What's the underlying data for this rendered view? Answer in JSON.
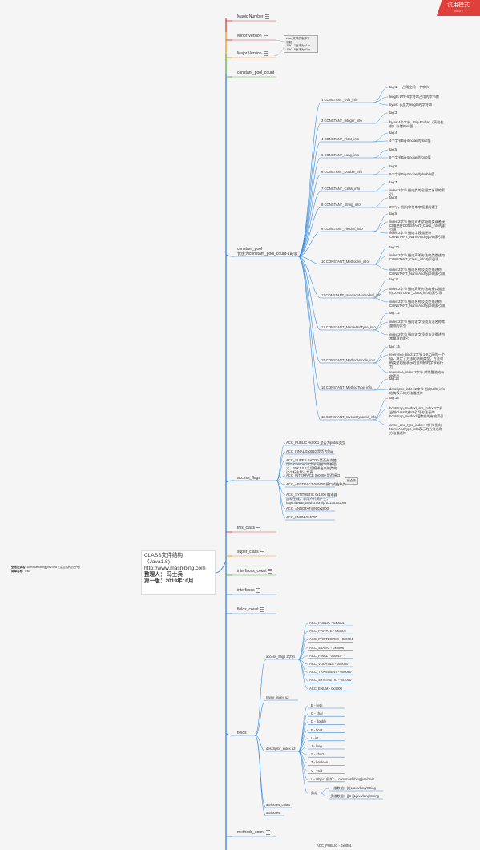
{
  "trial": {
    "title": "试用模式",
    "sub": "XMind 8"
  },
  "root": {
    "title": "CLASS文件结构",
    "version": "（Java1.8)",
    "url": "http://www.mashibing.com",
    "author": "整理人： 马士兵",
    "edition": "第一版：2019年10月"
  },
  "author_note": {
    "line1_label": "全限定类名:",
    "line1": "com/mashibing/jvm/Test（注意结构的分号）",
    "line2_label": "简单名称:",
    "line2": "Test"
  },
  "callouts": {
    "version_note": [
      "class文件的版本号",
      "例如：",
      "JDK1.7版本为51.0",
      "JDK1.8版本为52.0"
    ],
    "access_note": "组合使"
  },
  "top": {
    "magic": "Magic Number",
    "minor": "Minor Version",
    "major": "Major Version",
    "pool_count": "constant_pool_count",
    "pool": "constant_pool",
    "pool_len": "长度为constant_pool_count-1的表",
    "access_flags": "access_flags",
    "this_class": "this_class",
    "super_class": "super_class",
    "interfaces_count": "interfaces_count",
    "interfaces": "interfaces",
    "fields_count": "fields_count",
    "fields": "fields",
    "methods_count": "methods_count"
  },
  "pool_entries": [
    {
      "label": "1 CONSTANT_Utf8_info",
      "details": [
        "tag:1 --- 占用空间一个字节",
        "length:UTF-8字符串占用的字节数",
        "bytes: 长度为length的字符串"
      ]
    },
    {
      "label": "3 CONSTANT_Integer_info",
      "details": [
        "tag:3",
        "bytes:4个字节，Big-Endian（高位在前）存储的int值"
      ]
    },
    {
      "label": "4 CONSTANT_Float_info",
      "details": [
        "tag:4",
        "4个字节Big-Endian的float值"
      ]
    },
    {
      "label": "5 CONSTANT_Long_info",
      "details": [
        "tag:5",
        "8个字节Big-Endian的long值"
      ]
    },
    {
      "label": "6 CONSTANT_Double_info",
      "details": [
        "tag:6",
        "8个字节Big-Endian的double值"
      ]
    },
    {
      "label": "7 CONSTANT_Class_info",
      "details": [
        "tag:7",
        "index:2字节 指向类的全限定名项的索引"
      ]
    },
    {
      "label": "8 CONSTANT_String_info",
      "details": [
        "tag:8",
        "2字节，指向字符串字面量的索引"
      ]
    },
    {
      "label": "9 CONSTANT_Fieldref_info",
      "details": [
        "tag:9",
        "index:2字节 指向声明字段的类或者接口描述符CONSTANT_Class_info的索引项",
        "index:2字节 指向字段描述符CONSTANT_NameAndType的索引项"
      ]
    },
    {
      "label": "10 CONSTANT_Methodref_info",
      "details": [
        "tag:10",
        "index:2字节 指向声明方法的类描述符CONSTANT_Class_info的索引项",
        "index:2字节 指向名称及类型描述符CONSTANT_NameAndType的索引项"
      ]
    },
    {
      "label": "11 CONSTANT_InterfaceMethodref_info",
      "details": [
        "tag:11",
        "index:2字节 指向声明方法的接口描述符CONSTANT_Class_info的索引项",
        "index:2字节 指向名称及类型描述符CONSTANT_NameAndType的索引项"
      ]
    },
    {
      "label": "12 CONSTANT_NameAndType_info",
      "details": [
        "tag: 12",
        "index:2字节 指向该字段或方法名称常量项的索引",
        "index:2字节 指向该字段或方法描述符常量项的索引"
      ]
    },
    {
      "label": "15 CONSTANT_MethodHandle_info",
      "details": [
        "tag: 15",
        "reference_kind: 1字节 1-9之间的一个值，决定了方法句柄的类型，方法句柄类型的值表示方法句柄的字节码行为",
        "reference_index:2字节 对常量池的有效索引"
      ]
    },
    {
      "label": "16 CONSTANT_MethodType_info",
      "details": [
        "tag:16",
        "descriptor_index:2字节 指向Utf8_info结构表示的方法描述符"
      ]
    },
    {
      "label": "18 CONSTANT_InvokeDynamic_info",
      "details": [
        "tag:18",
        "bootstrap_method_attr_index:2字节 当前Class文件中引导方法表的bootstrap_methods[]数组的有效索引",
        "name_and_type_index: 2字节 指向NameAndType_info表示的方法名和方法描述符"
      ]
    }
  ],
  "access_flags_items": [
    "ACC_PUBLIC 0x0001 是否为public类型",
    "ACC_FINAL 0x0010 是否为final",
    "ACC_SUPER 0x0020 是否允许使用invokespecial字节码指令的新语义，JDK1.0.2之后编译出来的类的这个标志默认为真",
    "ACC_INTERFACE 0x0200 是否接口",
    "ACC_ABSTRACT 0x0400 接口或抽象类",
    "ACC_SYNTHETIC 0x1000 编译器自动生成，非用户代码产生， https://www.jianshu.com/p/57130361053",
    "ACC_ANNOTATION 0x2000",
    "ACC_ENUM 0x4000"
  ],
  "fields_children": {
    "access_flags": "access_flags 2字节",
    "access_items": [
      "ACC_PUBLIC - 0x0001",
      "ACC_PRIVATE - 0x0002",
      "ACC_PROTECTED - 0x0004",
      "ACC_STATIC - 0x0008",
      "ACC_FINAL - 0x0010",
      "ACC_VOLATILE - 0x0040",
      "ACC_TRANSIENT - 0x0080",
      "ACC_SYNTHETIC - 0x1000",
      "ACC_ENUM - 0x4000"
    ],
    "name_index": "name_index u2",
    "descriptor_index": "descriptor_index u2",
    "descriptor_items": [
      "B - byte",
      "C - char",
      "D - double",
      "F - float",
      "I - int",
      "J - long",
      "S - short",
      "Z - boolean",
      "V - void",
      "L - Object 例如：Lcom/mashibing/jvm/Test"
    ],
    "array_label": "数组",
    "array_items": [
      "一维数组：[I [Ljava/lang/String",
      "多维数组：[[C [[Ljava/lang/String"
    ],
    "attributes_count": "attributes_count",
    "attributes": "attributes"
  },
  "bottom_partial": "ACC_PUBLIC - 0x0001"
}
